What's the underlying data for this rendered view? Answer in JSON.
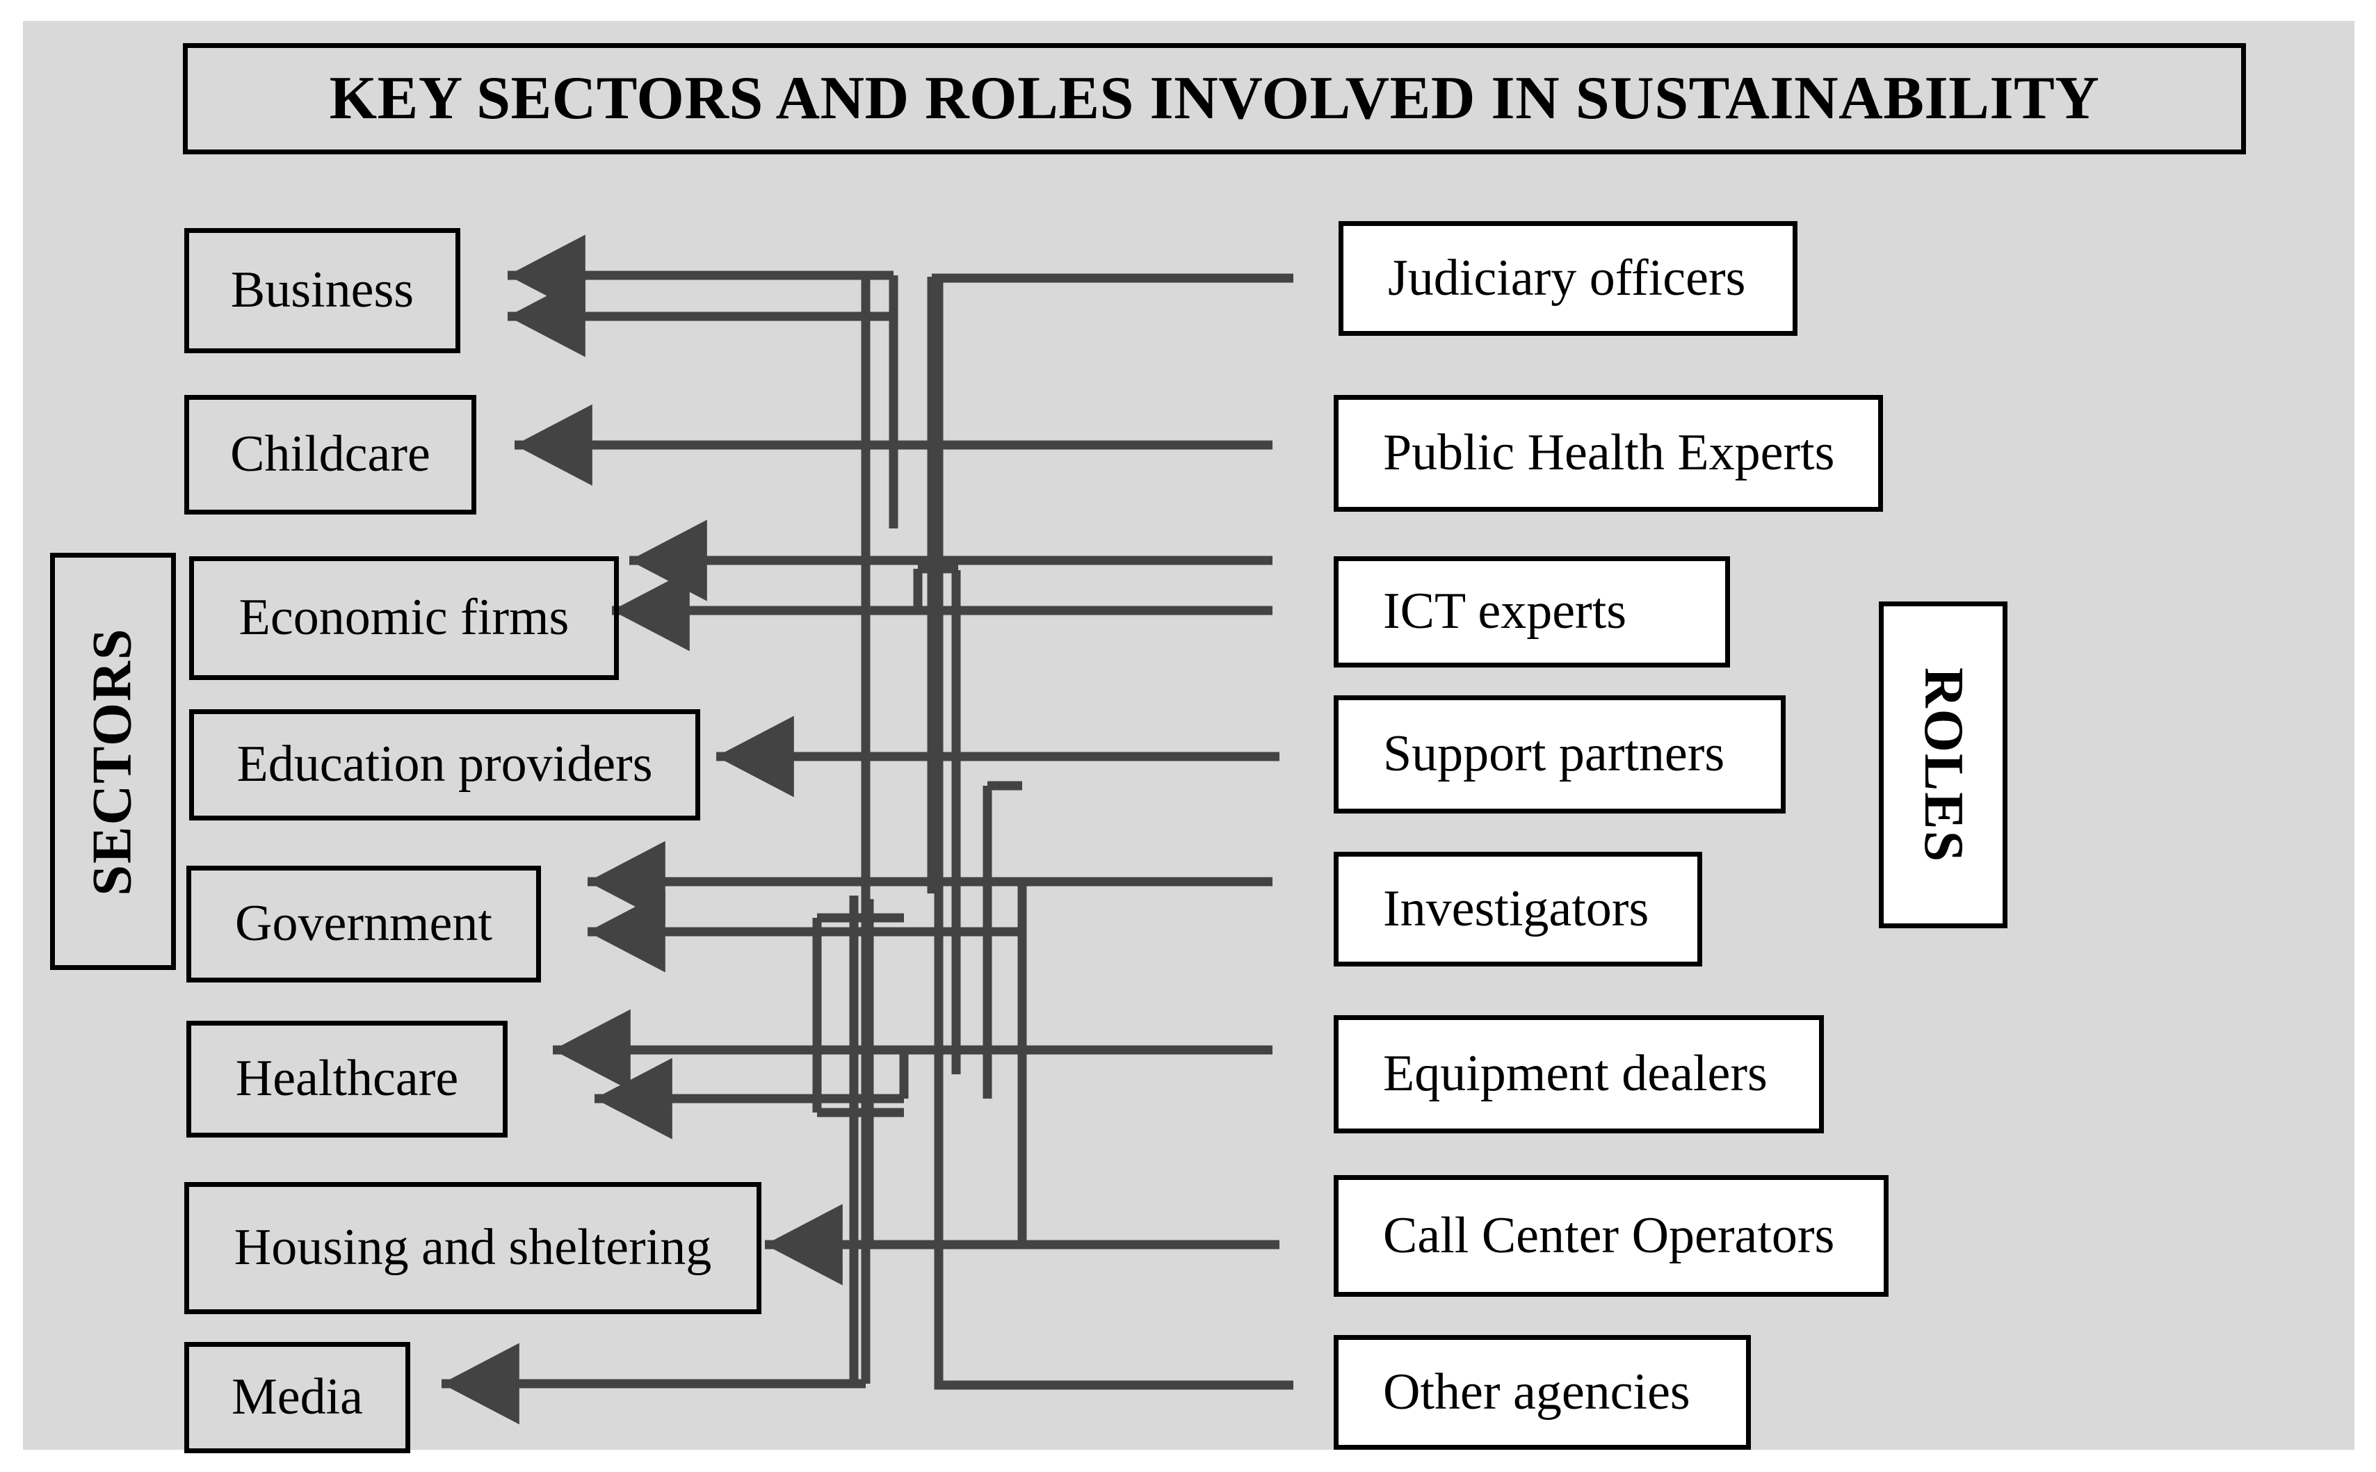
{
  "title": "KEY SECTORS AND ROLES INVOLVED IN SUSTAINABILITY",
  "side_labels": {
    "left": "SECTORS",
    "right": "ROLES"
  },
  "colors": {
    "canvas_background": "#d9d9d9",
    "box_border": "#000000",
    "role_box_fill": "#ffffff",
    "connector": "#434343",
    "text": "#000000"
  },
  "sectors": [
    {
      "id": "business",
      "label": "Business"
    },
    {
      "id": "childcare",
      "label": "Childcare"
    },
    {
      "id": "economic",
      "label": "Economic firms"
    },
    {
      "id": "education",
      "label": "Education providers"
    },
    {
      "id": "government",
      "label": "Government"
    },
    {
      "id": "healthcare",
      "label": "Healthcare"
    },
    {
      "id": "housing",
      "label": "Housing and sheltering"
    },
    {
      "id": "media",
      "label": "Media"
    }
  ],
  "roles": [
    {
      "id": "judiciary",
      "label": "Judiciary officers"
    },
    {
      "id": "publichealth",
      "label": "Public Health Experts"
    },
    {
      "id": "ict",
      "label": "ICT experts"
    },
    {
      "id": "support",
      "label": "Support partners"
    },
    {
      "id": "investigators",
      "label": "Investigators"
    },
    {
      "id": "equipment",
      "label": "Equipment dealers"
    },
    {
      "id": "callcenter",
      "label": "Call Center Operators"
    },
    {
      "id": "otheragencies",
      "label": "Other agencies"
    }
  ],
  "connections": [
    {
      "from": "judiciary",
      "to": "business"
    },
    {
      "from": "publichealth",
      "to": "childcare"
    },
    {
      "from": "ict",
      "to": "economic"
    },
    {
      "from": "support",
      "to": "education"
    },
    {
      "from": "investigators",
      "to": "government"
    },
    {
      "from": "equipment",
      "to": "healthcare"
    },
    {
      "from": "callcenter",
      "to": "housing"
    },
    {
      "from": "otheragencies",
      "to": "media"
    },
    {
      "from": "judiciary",
      "to": "business"
    },
    {
      "from": "ict",
      "to": "economic"
    },
    {
      "from": "investigators",
      "to": "government"
    },
    {
      "from": "equipment",
      "to": "healthcare"
    }
  ]
}
